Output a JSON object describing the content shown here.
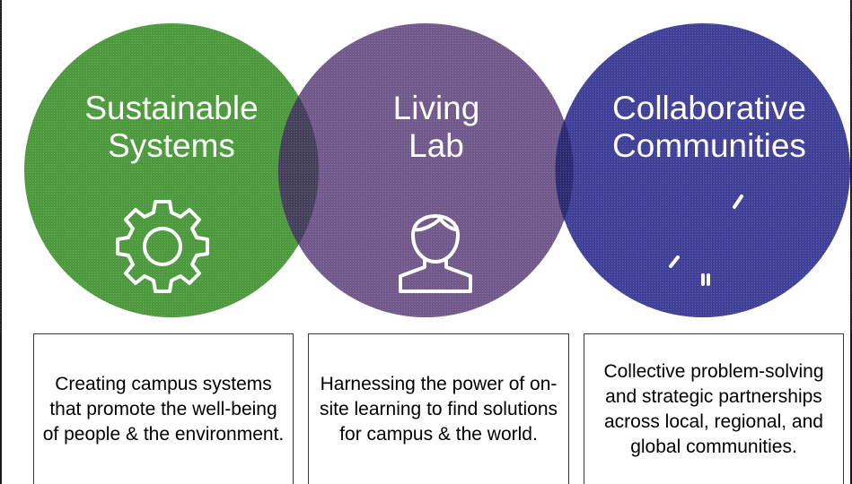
{
  "colors": {
    "green": "#4d9a3e",
    "purple": "#6c5487",
    "blue": "#3a3a95",
    "text_white": "#ffffff",
    "text_black": "#000000"
  },
  "pillars": [
    {
      "title_line1": "Sustainable",
      "title_line2": "Systems",
      "icon": "gear-icon",
      "description": "Creating campus systems that promote the well-being of people & the environment."
    },
    {
      "title_line1": "Living",
      "title_line2": "Lab",
      "icon": "person-icon",
      "description": "Harnessing the power of on-site learning to find solutions for campus & the world."
    },
    {
      "title_line1": "Collaborative",
      "title_line2": "Communities",
      "icon": "handshake-icon",
      "description": "Collective problem-solving and strategic partnerships across local, regional, and global communities."
    }
  ]
}
